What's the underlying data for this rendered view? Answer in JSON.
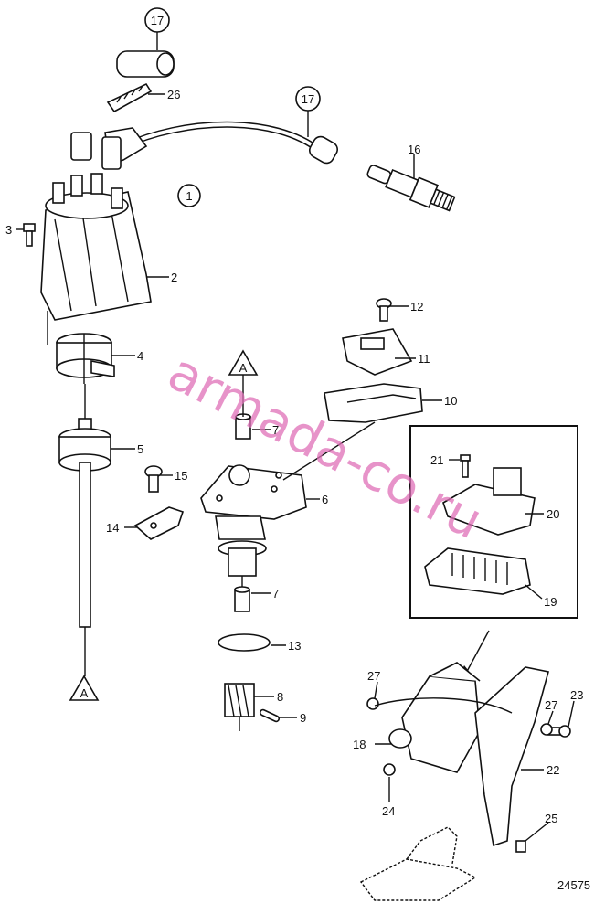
{
  "labels": {
    "p1": "1",
    "p2": "2",
    "p3": "3",
    "p4": "4",
    "p5": "5",
    "p6": "6",
    "p7a": "7",
    "p7b": "7",
    "p8": "8",
    "p9": "9",
    "p10": "10",
    "p11": "11",
    "p12": "12",
    "p13": "13",
    "p14": "14",
    "p15": "15",
    "p16": "16",
    "p17a": "17",
    "p17b": "17",
    "p18": "18",
    "p19": "19",
    "p20": "20",
    "p21": "21",
    "p22": "22",
    "p23": "23",
    "p24": "24",
    "p25": "25",
    "p26": "26",
    "p27a": "27",
    "p27b": "27"
  },
  "markers": {
    "a_top": "A",
    "a_bottom": "A"
  },
  "watermark": "armada-co.ru",
  "figure_id": "24575"
}
